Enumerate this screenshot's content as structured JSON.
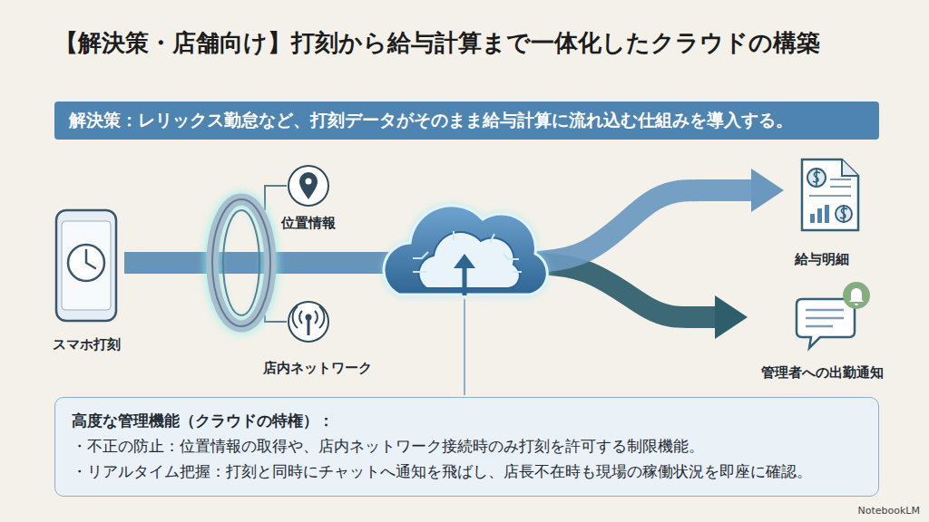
{
  "diagram": {
    "title": "【解決策・店舗向け】打刻から給与計算まで一体化したクラウドの構築",
    "nodes": [
      {
        "text": [
          "解決策：レリックス勤怠など、打刻データがそのまま給与計算に流れ込む仕組みを導入する。"
        ]
      },
      {
        "text": [
          "スマホ打刻"
        ]
      },
      {
        "text": [
          "位置情報"
        ]
      },
      {
        "text": [
          "店内ネットワーク"
        ]
      },
      {
        "text": [
          "給与明細"
        ]
      },
      {
        "text": [
          "管理者への出勤通知"
        ]
      },
      {
        "text": [
          "高度な管理機能（クラウドの特権）：",
          "・不正の防止：位置情報の取得や、店内ネットワーク接続時のみ打刻を許可する制限機能。",
          "・リアルタイム把握：打刻と同時にチャットへ通知を飛ばし、店長不在時も現場の稼働状況を即座に確認。"
        ]
      }
    ],
    "edges": [
      {
        "from": 1,
        "to": 4,
        "arrow": "to"
      },
      {
        "from": 1,
        "to": 5,
        "arrow": "to"
      }
    ],
    "labels": [
      "NotebookLM"
    ]
  }
}
